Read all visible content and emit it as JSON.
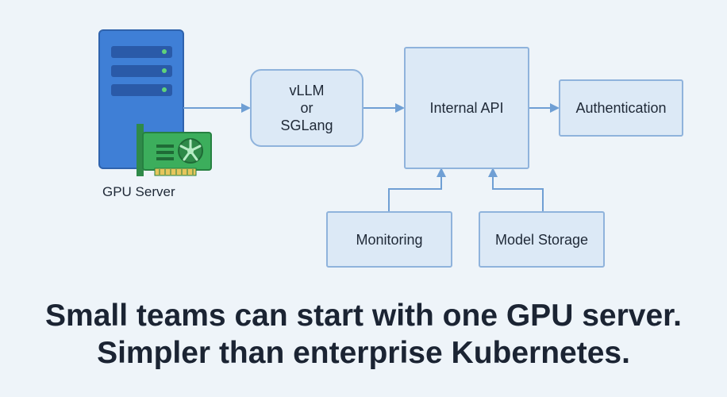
{
  "diagram": {
    "gpu_server_label": "GPU Server",
    "nodes": {
      "engine": [
        "vLLM",
        "or",
        "SGLang"
      ],
      "internal_api": "Internal API",
      "authentication": "Authentication",
      "monitoring": "Monitoring",
      "model_storage": "Model Storage"
    },
    "colors": {
      "background": "#eef4f9",
      "box_fill": "#dce9f6",
      "box_border": "#8fb3dc",
      "arrow": "#6f9fd4",
      "server_body": "#3f7fd6",
      "gpu_card": "#3cae5c"
    },
    "icons": [
      "server-icon",
      "gpu-card-icon"
    ]
  },
  "caption": {
    "line1": "Small teams can start with one GPU server.",
    "line2": "Simpler than enterprise Kubernetes."
  }
}
